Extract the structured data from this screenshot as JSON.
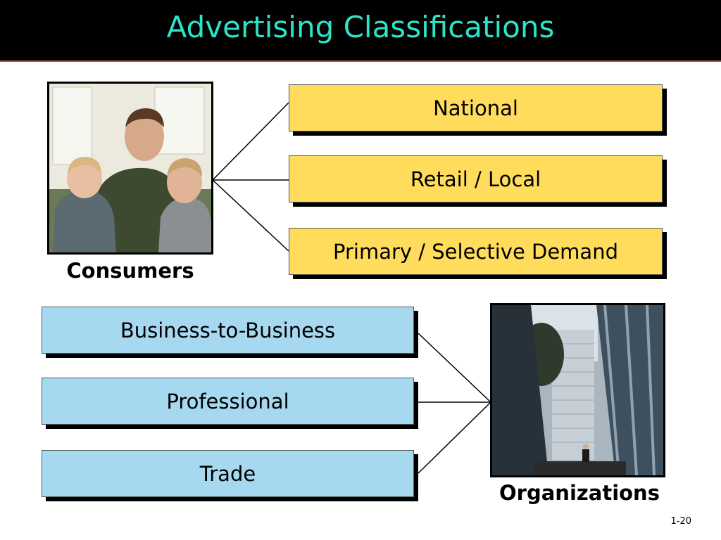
{
  "title": "Advertising Classifications",
  "consumers": {
    "caption": "Consumers",
    "photo_icon": "family-photo",
    "categories": [
      "National",
      "Retail / Local",
      "Primary / Selective Demand"
    ]
  },
  "organizations": {
    "caption": "Organizations",
    "photo_icon": "office-building-photo",
    "categories": [
      "Business-to-Business",
      "Professional",
      "Trade"
    ]
  },
  "page_number": "1-20",
  "colors": {
    "title": "#2ee3c8",
    "consumer_box": "#ffdc5c",
    "organization_box": "#a6d8f0",
    "header_background": "#000000"
  }
}
